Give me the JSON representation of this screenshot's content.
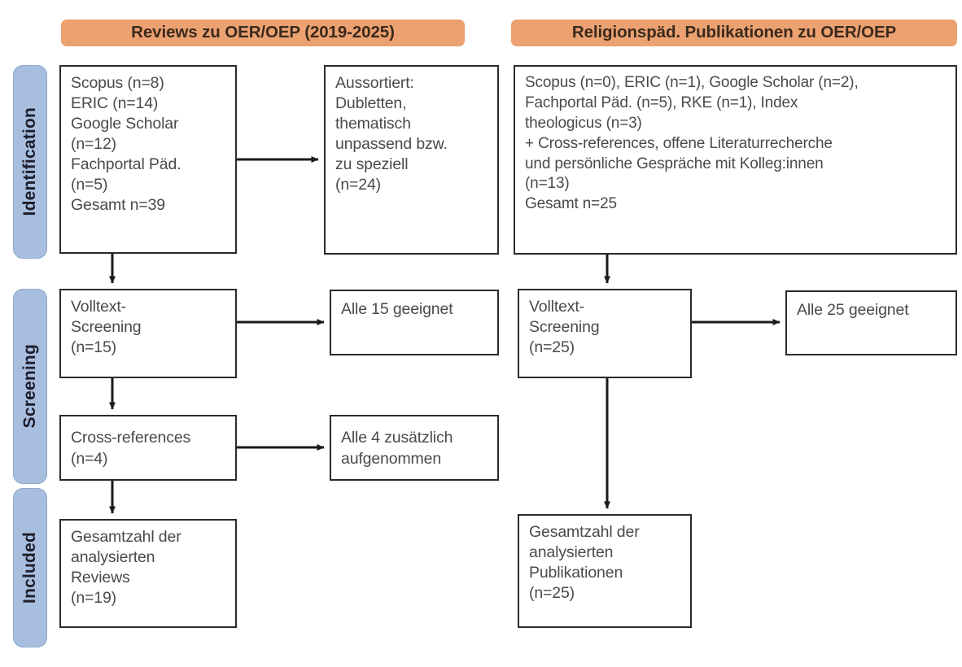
{
  "diagram": {
    "type": "prisma-flow",
    "columns": [
      {
        "id": "reviews",
        "header": "Reviews zu OER/OEP (2019-2025)"
      },
      {
        "id": "religionspaed",
        "header": "Religionspäd. Publikationen zu OER/OEP"
      }
    ],
    "stages": [
      {
        "id": "identification",
        "label": "Identification"
      },
      {
        "id": "screening",
        "label": "Screening"
      },
      {
        "id": "included",
        "label": "Included"
      }
    ],
    "colors": {
      "header_fill": "#ECA171",
      "stage_fill": "#A8BEDE",
      "box_border": "#2b2b2b",
      "box_fill": "#FFFFFF",
      "text": "#4a4a4a",
      "connector": "#1a1a1a"
    },
    "boxes": {
      "identification_left": "Scopus (n=8)\nERIC (n=14)\nGoogle Scholar\n(n=12)\nFachportal Päd.\n(n=5)\nGesamt n=39",
      "identification_excluded": "Aussortiert:\nDubletten,\nthematisch\nunpassend bzw.\nzu speziell\n(n=24)",
      "identification_right": "Scopus (n=0), ERIC (n=1), Google Scholar (n=2),\nFachportal Päd. (n=5), RKE (n=1), Index\ntheologicus (n=3)\n+ Cross-references, offene Literaturrecherche\nund persönliche Gespräche mit Kolleg:innen\n(n=13)\nGesamt n=25",
      "screening_left": "Volltext-\nScreening\n(n=15)",
      "screening_left_outcome": "Alle 15 geeignet",
      "screening_right": "Volltext-\nScreening\n(n=25)",
      "screening_right_outcome": "Alle 25 geeignet",
      "crossrefs_left": "Cross-references\n(n=4)",
      "crossrefs_left_outcome": "Alle 4 zusätzlich\naufgenommen",
      "included_left": "Gesamtzahl der\nanalysierten\nReviews\n(n=19)",
      "included_right": "Gesamtzahl der\nanalysierten\nPublikationen\n(n=25)"
    },
    "counts": {
      "left_scopus": 8,
      "left_eric": 14,
      "left_google_scholar": 12,
      "left_fachportal": 5,
      "left_total": 39,
      "left_excluded": 24,
      "left_fulltext_screening": 15,
      "left_fulltext_eligible": 15,
      "left_crossrefs": 4,
      "left_crossrefs_added": 4,
      "left_included": 19,
      "right_scopus": 0,
      "right_eric": 1,
      "right_google_scholar": 2,
      "right_fachportal": 5,
      "right_rke": 1,
      "right_index_theologicus": 3,
      "right_additional": 13,
      "right_total": 25,
      "right_fulltext_screening": 25,
      "right_fulltext_eligible": 25,
      "right_included": 25
    }
  }
}
